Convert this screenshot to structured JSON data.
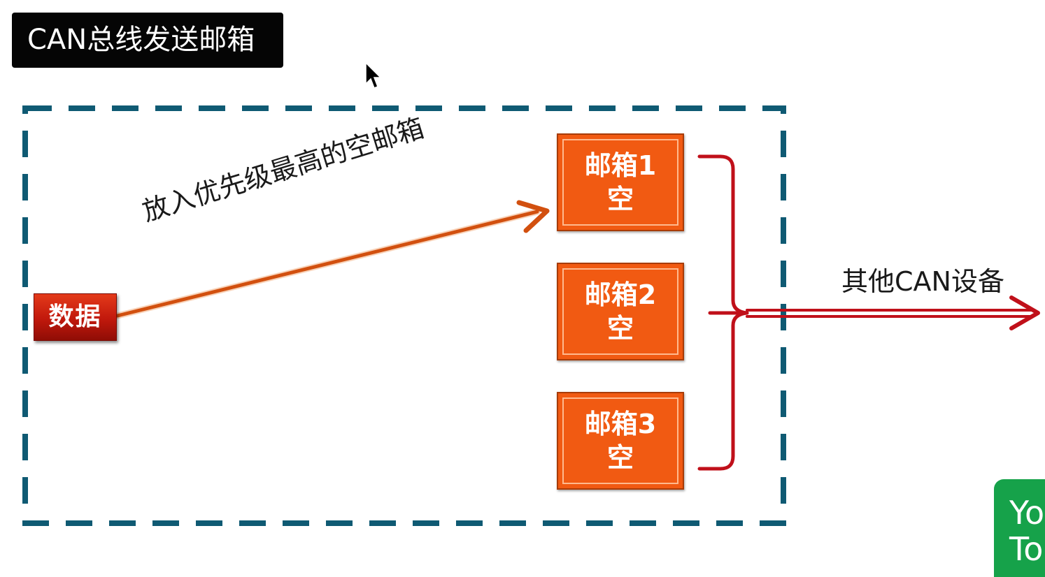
{
  "title": "CAN总线发送邮箱",
  "data_box": {
    "label": "数据"
  },
  "arrow_label": "放入优先级最高的空邮箱",
  "mailboxes": [
    {
      "name": "邮箱1",
      "status": "空"
    },
    {
      "name": "邮箱2",
      "status": "空"
    },
    {
      "name": "邮箱3",
      "status": "空"
    }
  ],
  "output_label": "其他CAN设备",
  "corner_badge": {
    "line1": "Yo",
    "line2": "To"
  },
  "colors": {
    "title_bg": "#050505",
    "dashed_border": "#0f5a73",
    "mailbox_fill": "#f15a12",
    "data_box_fill": "#c0180c",
    "orange_arrow": "#d2500f",
    "red_bracket": "#c0101a",
    "badge_green": "#16a24a"
  }
}
